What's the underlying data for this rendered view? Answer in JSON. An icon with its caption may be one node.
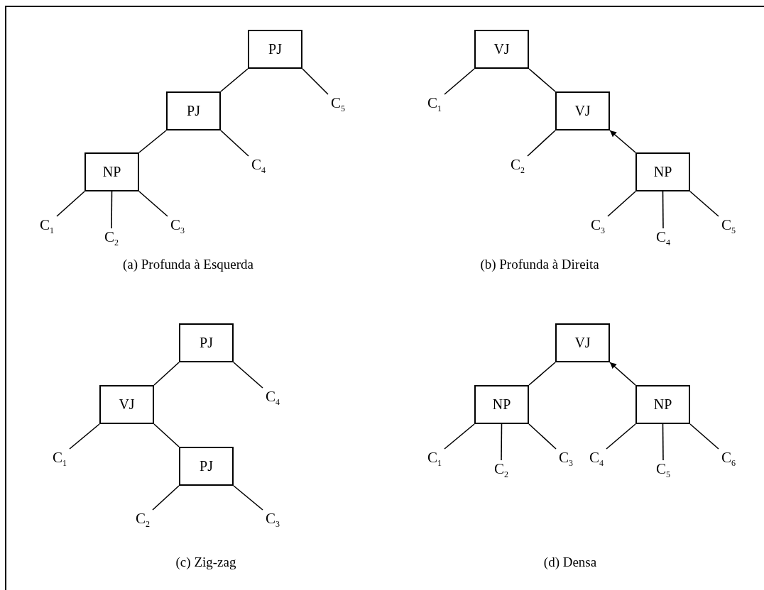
{
  "diagram": {
    "nodes": [
      {
        "text": [
          "PJ"
        ]
      },
      {
        "text": [
          "PJ"
        ]
      },
      {
        "text": [
          "C$_{5}$"
        ]
      },
      {
        "text": [
          "NP"
        ]
      },
      {
        "text": [
          "C$_{4}$"
        ]
      },
      {
        "text": [
          "C$_{1}$"
        ]
      },
      {
        "text": [
          "C$_{3}$"
        ]
      },
      {
        "text": [
          "C$_{2}$"
        ]
      },
      {
        "text": [
          "VJ"
        ]
      },
      {
        "text": [
          "C$_{1}$"
        ]
      },
      {
        "text": [
          "VJ"
        ]
      },
      {
        "text": [
          "C$_{2}$"
        ]
      },
      {
        "text": [
          "NP"
        ]
      },
      {
        "text": [
          "C$_{3}$"
        ]
      },
      {
        "text": [
          "C$_{5}$"
        ]
      },
      {
        "text": [
          "C$_{4}$"
        ]
      },
      {
        "text": [
          "PJ"
        ]
      },
      {
        "text": [
          "VJ"
        ]
      },
      {
        "text": [
          "C$_{4}$"
        ]
      },
      {
        "text": [
          "C$_{1}$"
        ]
      },
      {
        "text": [
          "PJ"
        ]
      },
      {
        "text": [
          "C$_{2}$"
        ]
      },
      {
        "text": [
          "C$_{3}$"
        ]
      },
      {
        "text": [
          "VJ"
        ]
      },
      {
        "text": [
          "NP"
        ]
      },
      {
        "text": [
          "NP"
        ]
      },
      {
        "text": [
          "C$_{1}$"
        ]
      },
      {
        "text": [
          "C$_{3}$"
        ]
      },
      {
        "text": [
          "C$_{4}$"
        ]
      },
      {
        "text": [
          "C$_{6}$"
        ]
      },
      {
        "text": [
          "C$_{2}$"
        ]
      },
      {
        "text": [
          "C$_{5}$"
        ]
      }
    ],
    "edges": [
      {
        "from": 0,
        "to": 1,
        "arrow": "none"
      },
      {
        "from": 0,
        "to": 2,
        "arrow": "none"
      },
      {
        "from": 1,
        "to": 3,
        "arrow": "none"
      },
      {
        "from": 1,
        "to": 4,
        "arrow": "none"
      },
      {
        "from": 3,
        "to": 5,
        "arrow": "none"
      },
      {
        "from": 3,
        "to": 7,
        "arrow": "none"
      },
      {
        "from": 3,
        "to": 6,
        "arrow": "none"
      },
      {
        "from": 8,
        "to": 9,
        "arrow": "none"
      },
      {
        "from": 8,
        "to": 10,
        "arrow": "none"
      },
      {
        "from": 10,
        "to": 11,
        "arrow": "none"
      },
      {
        "from": 12,
        "to": 10,
        "arrow": "to"
      },
      {
        "from": 12,
        "to": 13,
        "arrow": "none"
      },
      {
        "from": 12,
        "to": 15,
        "arrow": "none"
      },
      {
        "from": 12,
        "to": 14,
        "arrow": "none"
      },
      {
        "from": 16,
        "to": 17,
        "arrow": "none"
      },
      {
        "from": 16,
        "to": 18,
        "arrow": "none"
      },
      {
        "from": 17,
        "to": 19,
        "arrow": "none"
      },
      {
        "from": 17,
        "to": 20,
        "arrow": "none"
      },
      {
        "from": 20,
        "to": 21,
        "arrow": "none"
      },
      {
        "from": 20,
        "to": 22,
        "arrow": "none"
      },
      {
        "from": 24,
        "to": 23,
        "arrow": "none"
      },
      {
        "from": 25,
        "to": 23,
        "arrow": "to"
      },
      {
        "from": 24,
        "to": 26,
        "arrow": "none"
      },
      {
        "from": 24,
        "to": 30,
        "arrow": "none"
      },
      {
        "from": 24,
        "to": 27,
        "arrow": "none"
      },
      {
        "from": 25,
        "to": 28,
        "arrow": "none"
      },
      {
        "from": 25,
        "to": 31,
        "arrow": "none"
      },
      {
        "from": 25,
        "to": 29,
        "arrow": "none"
      }
    ],
    "labels": [
      "(a) Profunda à Esquerda",
      "(b) Profunda à Direita",
      "(c) Zig-zag",
      "(d) Densa"
    ]
  }
}
